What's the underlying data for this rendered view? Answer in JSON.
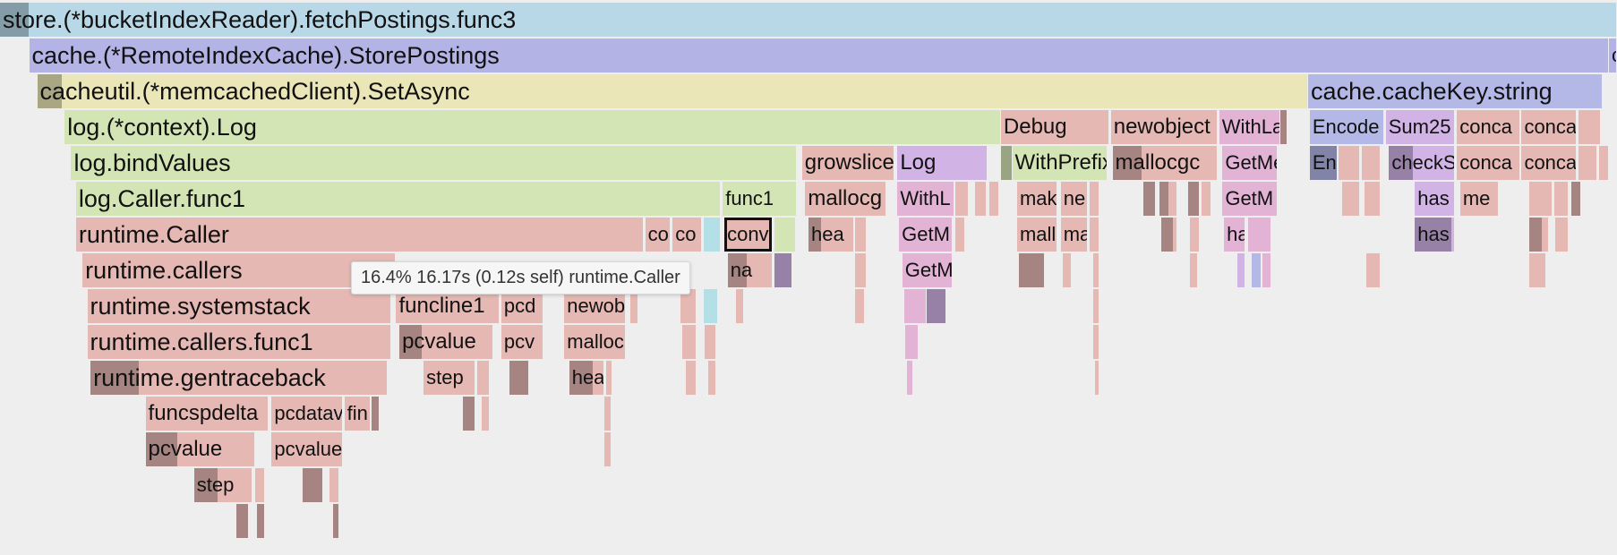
{
  "palette": {
    "blue": "#b8d8e8",
    "indigo": "#b3b3e6",
    "yellow": "#ebe6b8",
    "green": "#d4e5b5",
    "salmon": "#e5b8b3",
    "pink": "#e3b3d6",
    "violet": "#d1b3e6",
    "cyan": "#b3e0e6",
    "steel": "#b3b8e6",
    "self_dark": "rgba(0,0,0,0.28)"
  },
  "frames": [
    {
      "label": "store.(*bucketIndexReader).fetchPostings.func3",
      "depth": 0,
      "start": 0.0,
      "end": 100.0,
      "self": 1.8,
      "color": "blue"
    },
    {
      "label": "cache.(*RemoteIndexCache).StorePostings",
      "depth": 1,
      "start": 1.8,
      "end": 99.5,
      "self": 0,
      "color": "indigo"
    },
    {
      "label": "c",
      "depth": 1,
      "start": 99.5,
      "end": 100.0,
      "self": 0,
      "color": "indigo"
    },
    {
      "label": "cacheutil.(*memcachedClient).SetAsync",
      "depth": 2,
      "start": 2.3,
      "end": 80.9,
      "self": 1.5,
      "color": "yellow"
    },
    {
      "label": "cache.cacheKey.string",
      "depth": 2,
      "start": 80.9,
      "end": 99.1,
      "self": 0,
      "color": "steel"
    },
    {
      "label": "log.(*context).Log",
      "depth": 3,
      "start": 4.0,
      "end": 61.9,
      "self": 0,
      "color": "green"
    },
    {
      "label": "Debug",
      "depth": 3,
      "start": 61.9,
      "end": 68.6,
      "self": 0,
      "color": "salmon"
    },
    {
      "label": "newobject",
      "depth": 3,
      "start": 68.7,
      "end": 75.3,
      "self": 0,
      "color": "salmon"
    },
    {
      "label": "WithLa",
      "depth": 3,
      "start": 75.4,
      "end": 79.2,
      "self": 0,
      "color": "pink"
    },
    {
      "label": "",
      "depth": 3,
      "start": 79.2,
      "end": 79.6,
      "self": 0.4,
      "color": "salmon"
    },
    {
      "label": "Encode",
      "depth": 3,
      "start": 81.0,
      "end": 85.6,
      "self": 0,
      "color": "steel"
    },
    {
      "label": "Sum25",
      "depth": 3,
      "start": 85.7,
      "end": 90.0,
      "self": 0,
      "color": "violet"
    },
    {
      "label": "conca",
      "depth": 3,
      "start": 90.1,
      "end": 94.0,
      "self": 0,
      "color": "salmon"
    },
    {
      "label": "conca",
      "depth": 3,
      "start": 94.1,
      "end": 97.5,
      "self": 0,
      "color": "salmon"
    },
    {
      "label": "",
      "depth": 3,
      "start": 97.6,
      "end": 99.0,
      "self": 0,
      "color": "salmon"
    },
    {
      "label": "log.bindValues",
      "depth": 4,
      "start": 4.4,
      "end": 49.3,
      "self": 0,
      "color": "green"
    },
    {
      "label": "growslice",
      "depth": 4,
      "start": 49.6,
      "end": 55.3,
      "self": 0,
      "color": "salmon"
    },
    {
      "label": "Log",
      "depth": 4,
      "start": 55.5,
      "end": 61.1,
      "self": 0,
      "color": "violet"
    },
    {
      "label": "",
      "depth": 4,
      "start": 61.9,
      "end": 62.6,
      "self": 0.7,
      "color": "green"
    },
    {
      "label": "WithPrefix",
      "depth": 4,
      "start": 62.6,
      "end": 68.5,
      "self": 0,
      "color": "green"
    },
    {
      "label": "mallocgc",
      "depth": 4,
      "start": 68.8,
      "end": 75.3,
      "self": 1.8,
      "color": "salmon"
    },
    {
      "label": "GetMe",
      "depth": 4,
      "start": 75.6,
      "end": 79.0,
      "self": 0,
      "color": "pink"
    },
    {
      "label": "En",
      "depth": 4,
      "start": 81.0,
      "end": 82.7,
      "self": 1.7,
      "color": "steel"
    },
    {
      "label": "",
      "depth": 4,
      "start": 82.8,
      "end": 84.1,
      "self": 0,
      "color": "salmon"
    },
    {
      "label": "",
      "depth": 4,
      "start": 84.2,
      "end": 85.4,
      "self": 0,
      "color": "salmon"
    },
    {
      "label": "checkS",
      "depth": 4,
      "start": 85.9,
      "end": 90.0,
      "self": 1.5,
      "color": "violet"
    },
    {
      "label": "conca",
      "depth": 4,
      "start": 90.1,
      "end": 94.0,
      "self": 0,
      "color": "salmon"
    },
    {
      "label": "conca",
      "depth": 4,
      "start": 94.1,
      "end": 97.5,
      "self": 0,
      "color": "salmon"
    },
    {
      "label": "",
      "depth": 4,
      "start": 97.6,
      "end": 98.8,
      "self": 0,
      "color": "salmon"
    },
    {
      "label": "",
      "depth": 4,
      "start": 98.9,
      "end": 99.5,
      "self": 0,
      "color": "salmon"
    },
    {
      "label": "log.Caller.func1",
      "depth": 5,
      "start": 4.7,
      "end": 44.6,
      "self": 0,
      "color": "green"
    },
    {
      "label": "func1",
      "depth": 5,
      "start": 44.7,
      "end": 49.3,
      "self": 0,
      "color": "green"
    },
    {
      "label": "mallocg",
      "depth": 5,
      "start": 49.8,
      "end": 54.8,
      "self": 0,
      "color": "salmon"
    },
    {
      "label": "WithL",
      "depth": 5,
      "start": 55.5,
      "end": 59.0,
      "self": 0,
      "color": "pink"
    },
    {
      "label": "",
      "depth": 5,
      "start": 59.1,
      "end": 59.9,
      "self": 0,
      "color": "salmon"
    },
    {
      "label": "",
      "depth": 5,
      "start": 60.3,
      "end": 61.0,
      "self": 0,
      "color": "salmon"
    },
    {
      "label": "",
      "depth": 5,
      "start": 61.2,
      "end": 61.8,
      "self": 0,
      "color": "salmon"
    },
    {
      "label": "mak",
      "depth": 5,
      "start": 62.9,
      "end": 65.4,
      "self": 0,
      "color": "salmon"
    },
    {
      "label": "ne",
      "depth": 5,
      "start": 65.6,
      "end": 67.3,
      "self": 0,
      "color": "salmon"
    },
    {
      "label": "",
      "depth": 5,
      "start": 67.4,
      "end": 68.0,
      "self": 0,
      "color": "salmon"
    },
    {
      "label": "",
      "depth": 5,
      "start": 70.7,
      "end": 71.5,
      "self": 0.8,
      "color": "salmon"
    },
    {
      "label": "",
      "depth": 5,
      "start": 71.7,
      "end": 72.8,
      "self": 0.6,
      "color": "salmon"
    },
    {
      "label": "",
      "depth": 5,
      "start": 73.5,
      "end": 74.2,
      "self": 0.7,
      "color": "salmon"
    },
    {
      "label": "",
      "depth": 5,
      "start": 74.3,
      "end": 74.9,
      "self": 0,
      "color": "salmon"
    },
    {
      "label": "GetM",
      "depth": 5,
      "start": 75.6,
      "end": 79.0,
      "self": 0,
      "color": "pink"
    },
    {
      "label": "",
      "depth": 5,
      "start": 83.0,
      "end": 84.1,
      "self": 0,
      "color": "salmon"
    },
    {
      "label": "",
      "depth": 5,
      "start": 84.4,
      "end": 85.4,
      "self": 0,
      "color": "salmon"
    },
    {
      "label": "has",
      "depth": 5,
      "start": 87.5,
      "end": 90.0,
      "self": 0,
      "color": "violet"
    },
    {
      "label": "me",
      "depth": 5,
      "start": 90.3,
      "end": 92.7,
      "self": 0,
      "color": "salmon"
    },
    {
      "label": "",
      "depth": 5,
      "start": 94.6,
      "end": 96.0,
      "self": 0,
      "color": "salmon"
    },
    {
      "label": "",
      "depth": 5,
      "start": 96.1,
      "end": 97.0,
      "self": 0,
      "color": "salmon"
    },
    {
      "label": "",
      "depth": 5,
      "start": 97.2,
      "end": 97.8,
      "self": 0.6,
      "color": "salmon"
    },
    {
      "label": "runtime.Caller",
      "depth": 6,
      "start": 4.7,
      "end": 39.8,
      "self": 0,
      "color": "salmon"
    },
    {
      "label": "co",
      "depth": 6,
      "start": 39.9,
      "end": 41.5,
      "self": 0,
      "color": "salmon"
    },
    {
      "label": "co",
      "depth": 6,
      "start": 41.6,
      "end": 43.4,
      "self": 0,
      "color": "salmon"
    },
    {
      "label": "",
      "depth": 6,
      "start": 43.5,
      "end": 44.6,
      "self": 0,
      "color": "cyan"
    },
    {
      "label": "conv",
      "depth": 6,
      "start": 44.8,
      "end": 47.8,
      "self": 0,
      "color": "salmon"
    },
    {
      "label": "",
      "depth": 6,
      "start": 47.9,
      "end": 49.2,
      "self": 0,
      "color": "green"
    },
    {
      "label": "hea",
      "depth": 6,
      "start": 50.0,
      "end": 52.8,
      "self": 0.8,
      "color": "salmon"
    },
    {
      "label": "",
      "depth": 6,
      "start": 52.9,
      "end": 53.6,
      "self": 0,
      "color": "salmon"
    },
    {
      "label": "GetM",
      "depth": 6,
      "start": 55.6,
      "end": 58.9,
      "self": 0,
      "color": "pink"
    },
    {
      "label": "",
      "depth": 6,
      "start": 59.1,
      "end": 59.7,
      "self": 0,
      "color": "salmon"
    },
    {
      "label": "mall",
      "depth": 6,
      "start": 62.9,
      "end": 65.4,
      "self": 0,
      "color": "salmon"
    },
    {
      "label": "ma",
      "depth": 6,
      "start": 65.6,
      "end": 67.3,
      "self": 0,
      "color": "salmon"
    },
    {
      "label": "",
      "depth": 6,
      "start": 67.4,
      "end": 68.0,
      "self": 0,
      "color": "salmon"
    },
    {
      "label": "",
      "depth": 6,
      "start": 71.8,
      "end": 72.8,
      "self": 0.8,
      "color": "salmon"
    },
    {
      "label": "",
      "depth": 6,
      "start": 73.6,
      "end": 74.2,
      "self": 0,
      "color": "salmon"
    },
    {
      "label": "ha",
      "depth": 6,
      "start": 75.7,
      "end": 77.0,
      "self": 0,
      "color": "pink"
    },
    {
      "label": "",
      "depth": 6,
      "start": 77.2,
      "end": 78.6,
      "self": 0,
      "color": "pink"
    },
    {
      "label": "has",
      "depth": 6,
      "start": 87.5,
      "end": 90.0,
      "self": 2.3,
      "color": "violet"
    },
    {
      "label": "",
      "depth": 6,
      "start": 94.6,
      "end": 95.8,
      "self": 0.8,
      "color": "salmon"
    },
    {
      "label": "",
      "depth": 6,
      "start": 96.2,
      "end": 97.0,
      "self": 0,
      "color": "salmon"
    },
    {
      "label": "runtime.callers",
      "depth": 7,
      "start": 5.1,
      "end": 24.5,
      "self": 0,
      "color": "salmon"
    },
    {
      "label": "na",
      "depth": 7,
      "start": 45.0,
      "end": 47.8,
      "self": 1.2,
      "color": "salmon"
    },
    {
      "label": "",
      "depth": 7,
      "start": 47.9,
      "end": 49.0,
      "self": 1.1,
      "color": "violet"
    },
    {
      "label": "",
      "depth": 7,
      "start": 52.9,
      "end": 53.6,
      "self": 0,
      "color": "salmon"
    },
    {
      "label": "GetM",
      "depth": 7,
      "start": 55.8,
      "end": 58.9,
      "self": 0,
      "color": "pink"
    },
    {
      "label": "",
      "depth": 7,
      "start": 63.0,
      "end": 64.6,
      "self": 1.6,
      "color": "salmon"
    },
    {
      "label": "",
      "depth": 7,
      "start": 65.7,
      "end": 66.3,
      "self": 0,
      "color": "salmon"
    },
    {
      "label": "",
      "depth": 7,
      "start": 67.6,
      "end": 68.0,
      "self": 0,
      "color": "salmon"
    },
    {
      "label": "",
      "depth": 7,
      "start": 73.6,
      "end": 74.1,
      "self": 0,
      "color": "salmon"
    },
    {
      "label": "",
      "depth": 7,
      "start": 76.5,
      "end": 77.0,
      "self": 0,
      "color": "violet"
    },
    {
      "label": "",
      "depth": 7,
      "start": 77.4,
      "end": 78.0,
      "self": 0,
      "color": "steel"
    },
    {
      "label": "",
      "depth": 7,
      "start": 78.1,
      "end": 78.6,
      "self": 0,
      "color": "pink"
    },
    {
      "label": "",
      "depth": 7,
      "start": 84.5,
      "end": 85.4,
      "self": 0,
      "color": "salmon"
    },
    {
      "label": "",
      "depth": 7,
      "start": 94.6,
      "end": 95.6,
      "self": 0,
      "color": "salmon"
    },
    {
      "label": "runtime.systemstack",
      "depth": 8,
      "start": 5.4,
      "end": 24.2,
      "self": 0,
      "color": "salmon"
    },
    {
      "label": "funcline1",
      "depth": 8,
      "start": 24.5,
      "end": 30.9,
      "self": 0,
      "color": "salmon"
    },
    {
      "label": "pcd",
      "depth": 8,
      "start": 31.0,
      "end": 33.6,
      "self": 0,
      "color": "salmon"
    },
    {
      "label": "newob",
      "depth": 8,
      "start": 34.9,
      "end": 38.7,
      "self": 0,
      "color": "salmon"
    },
    {
      "label": "",
      "depth": 8,
      "start": 39.0,
      "end": 39.5,
      "self": 0,
      "color": "salmon"
    },
    {
      "label": "",
      "depth": 8,
      "start": 42.1,
      "end": 43.1,
      "self": 0,
      "color": "salmon"
    },
    {
      "label": "",
      "depth": 8,
      "start": 43.5,
      "end": 44.4,
      "self": 0,
      "color": "cyan"
    },
    {
      "label": "",
      "depth": 8,
      "start": 45.5,
      "end": 46.0,
      "self": 0,
      "color": "salmon"
    },
    {
      "label": "",
      "depth": 8,
      "start": 52.9,
      "end": 53.5,
      "self": 0,
      "color": "salmon"
    },
    {
      "label": "",
      "depth": 8,
      "start": 55.9,
      "end": 57.3,
      "self": 0,
      "color": "pink"
    },
    {
      "label": "",
      "depth": 8,
      "start": 57.3,
      "end": 58.5,
      "self": 1.2,
      "color": "violet"
    },
    {
      "label": "",
      "depth": 8,
      "start": 67.6,
      "end": 68.0,
      "self": 0,
      "color": "salmon"
    },
    {
      "label": "runtime.callers.func1",
      "depth": 9,
      "start": 5.4,
      "end": 24.2,
      "self": 0,
      "color": "salmon"
    },
    {
      "label": "pcvalue",
      "depth": 9,
      "start": 24.7,
      "end": 30.5,
      "self": 1.4,
      "color": "salmon"
    },
    {
      "label": "pcv",
      "depth": 9,
      "start": 31.0,
      "end": 33.6,
      "self": 0,
      "color": "salmon"
    },
    {
      "label": "malloc",
      "depth": 9,
      "start": 34.9,
      "end": 38.7,
      "self": 0,
      "color": "salmon"
    },
    {
      "label": "",
      "depth": 9,
      "start": 42.2,
      "end": 43.1,
      "self": 0,
      "color": "salmon"
    },
    {
      "label": "",
      "depth": 9,
      "start": 43.6,
      "end": 44.3,
      "self": 0,
      "color": "salmon"
    },
    {
      "label": "",
      "depth": 9,
      "start": 56.0,
      "end": 56.8,
      "self": 0,
      "color": "pink"
    },
    {
      "label": "",
      "depth": 9,
      "start": 67.6,
      "end": 68.0,
      "self": 0,
      "color": "salmon"
    },
    {
      "label": "runtime.gentraceback",
      "depth": 10,
      "start": 5.6,
      "end": 24.0,
      "self": 3.0,
      "color": "salmon"
    },
    {
      "label": "step",
      "depth": 10,
      "start": 26.2,
      "end": 29.4,
      "self": 0,
      "color": "salmon"
    },
    {
      "label": "",
      "depth": 10,
      "start": 29.5,
      "end": 30.3,
      "self": 0,
      "color": "salmon"
    },
    {
      "label": "",
      "depth": 10,
      "start": 31.5,
      "end": 32.7,
      "self": 1.2,
      "color": "salmon"
    },
    {
      "label": "hea",
      "depth": 10,
      "start": 35.2,
      "end": 37.4,
      "self": 1.5,
      "color": "salmon"
    },
    {
      "label": "",
      "depth": 10,
      "start": 37.5,
      "end": 37.9,
      "self": 0,
      "color": "salmon"
    },
    {
      "label": "",
      "depth": 10,
      "start": 42.4,
      "end": 43.1,
      "self": 0,
      "color": "salmon"
    },
    {
      "label": "",
      "depth": 10,
      "start": 43.8,
      "end": 44.3,
      "self": 0,
      "color": "salmon"
    },
    {
      "label": "",
      "depth": 10,
      "start": 56.1,
      "end": 56.5,
      "self": 0,
      "color": "pink"
    },
    {
      "label": "",
      "depth": 10,
      "start": 67.7,
      "end": 68.0,
      "self": 0,
      "color": "salmon"
    },
    {
      "label": "funcspdelta",
      "depth": 11,
      "start": 9.0,
      "end": 16.6,
      "self": 0,
      "color": "salmon"
    },
    {
      "label": "pcdatav",
      "depth": 11,
      "start": 16.8,
      "end": 21.2,
      "self": 0,
      "color": "salmon"
    },
    {
      "label": "fin",
      "depth": 11,
      "start": 21.3,
      "end": 22.9,
      "self": 0,
      "color": "salmon"
    },
    {
      "label": "",
      "depth": 11,
      "start": 23.0,
      "end": 23.5,
      "self": 0.5,
      "color": "salmon"
    },
    {
      "label": "",
      "depth": 11,
      "start": 28.6,
      "end": 29.4,
      "self": 0.8,
      "color": "salmon"
    },
    {
      "label": "",
      "depth": 11,
      "start": 29.8,
      "end": 30.3,
      "self": 0,
      "color": "salmon"
    },
    {
      "label": "",
      "depth": 11,
      "start": 37.4,
      "end": 37.8,
      "self": 0,
      "color": "salmon"
    },
    {
      "label": "pcvalue",
      "depth": 12,
      "start": 9.0,
      "end": 15.8,
      "self": 2.0,
      "color": "salmon"
    },
    {
      "label": "pcvalue",
      "depth": 12,
      "start": 16.8,
      "end": 21.2,
      "self": 0,
      "color": "salmon"
    },
    {
      "label": "",
      "depth": 12,
      "start": 37.4,
      "end": 37.8,
      "self": 0,
      "color": "salmon"
    },
    {
      "label": "step",
      "depth": 13,
      "start": 12.0,
      "end": 15.6,
      "self": 1.5,
      "color": "salmon"
    },
    {
      "label": "",
      "depth": 13,
      "start": 15.8,
      "end": 16.4,
      "self": 0,
      "color": "salmon"
    },
    {
      "label": "",
      "depth": 13,
      "start": 18.7,
      "end": 20.0,
      "self": 1.3,
      "color": "salmon"
    },
    {
      "label": "",
      "depth": 13,
      "start": 20.4,
      "end": 21.0,
      "self": 0,
      "color": "salmon"
    },
    {
      "label": "",
      "depth": 14,
      "start": 14.6,
      "end": 15.4,
      "self": 0.8,
      "color": "salmon"
    },
    {
      "label": "",
      "depth": 14,
      "start": 15.9,
      "end": 16.4,
      "self": 0.5,
      "color": "salmon"
    },
    {
      "label": "",
      "depth": 14,
      "start": 20.6,
      "end": 21.0,
      "self": 0.4,
      "color": "salmon"
    }
  ],
  "selected_index": 56,
  "tooltip": {
    "text": "16.4% 16.17s (0.12s self) runtime.Caller"
  }
}
